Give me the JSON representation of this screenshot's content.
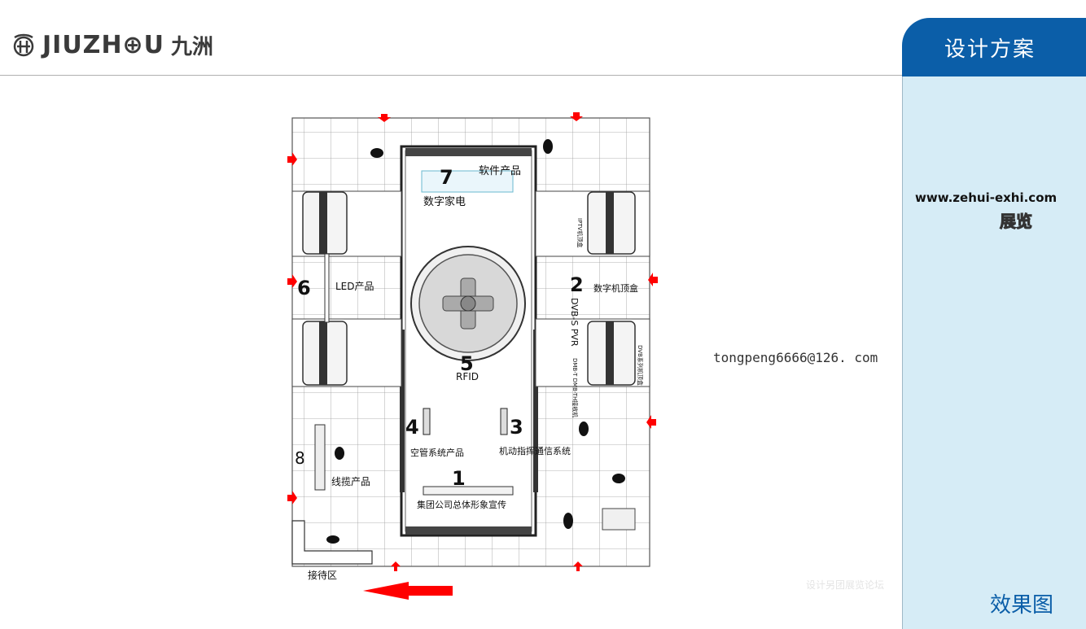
{
  "header": {
    "logo_text": "JIUZH⊕U",
    "logo_cn": "九洲"
  },
  "side_panel": {
    "tab_label": "设计方案",
    "site_url": "www.zehui-exhi.com",
    "site_cn": "展览",
    "result_label": "效果图"
  },
  "email": "tongpeng6666@126. com",
  "faint_text": "设计另团展览论坛",
  "floor_plan": {
    "zones": [
      {
        "number": "1",
        "label": "集团公司总体形象宣传"
      },
      {
        "number": "2",
        "label": "数字机顶盒"
      },
      {
        "number": "3",
        "label": "机动指挥通信系统"
      },
      {
        "number": "4",
        "label": "空管系统产品"
      },
      {
        "number": "5",
        "label": "RFID"
      },
      {
        "number": "6",
        "label": "LED产品"
      },
      {
        "number": "7",
        "label": "软件产品"
      },
      {
        "number": "8",
        "label": "线揽产品"
      }
    ],
    "digital_home": "数字家电",
    "reception": "接待区",
    "iptv_label": "IPTV机顶盒",
    "dvb_s_label": "DVB-S PVR",
    "dmb_label": "DMB-T DMB-TH接收机",
    "dvb_series_label": "DVB系列机顶盒"
  },
  "colors": {
    "accent": "#0b5ea8",
    "panel": "#d6ecf6",
    "arrow": "#ff0000"
  }
}
